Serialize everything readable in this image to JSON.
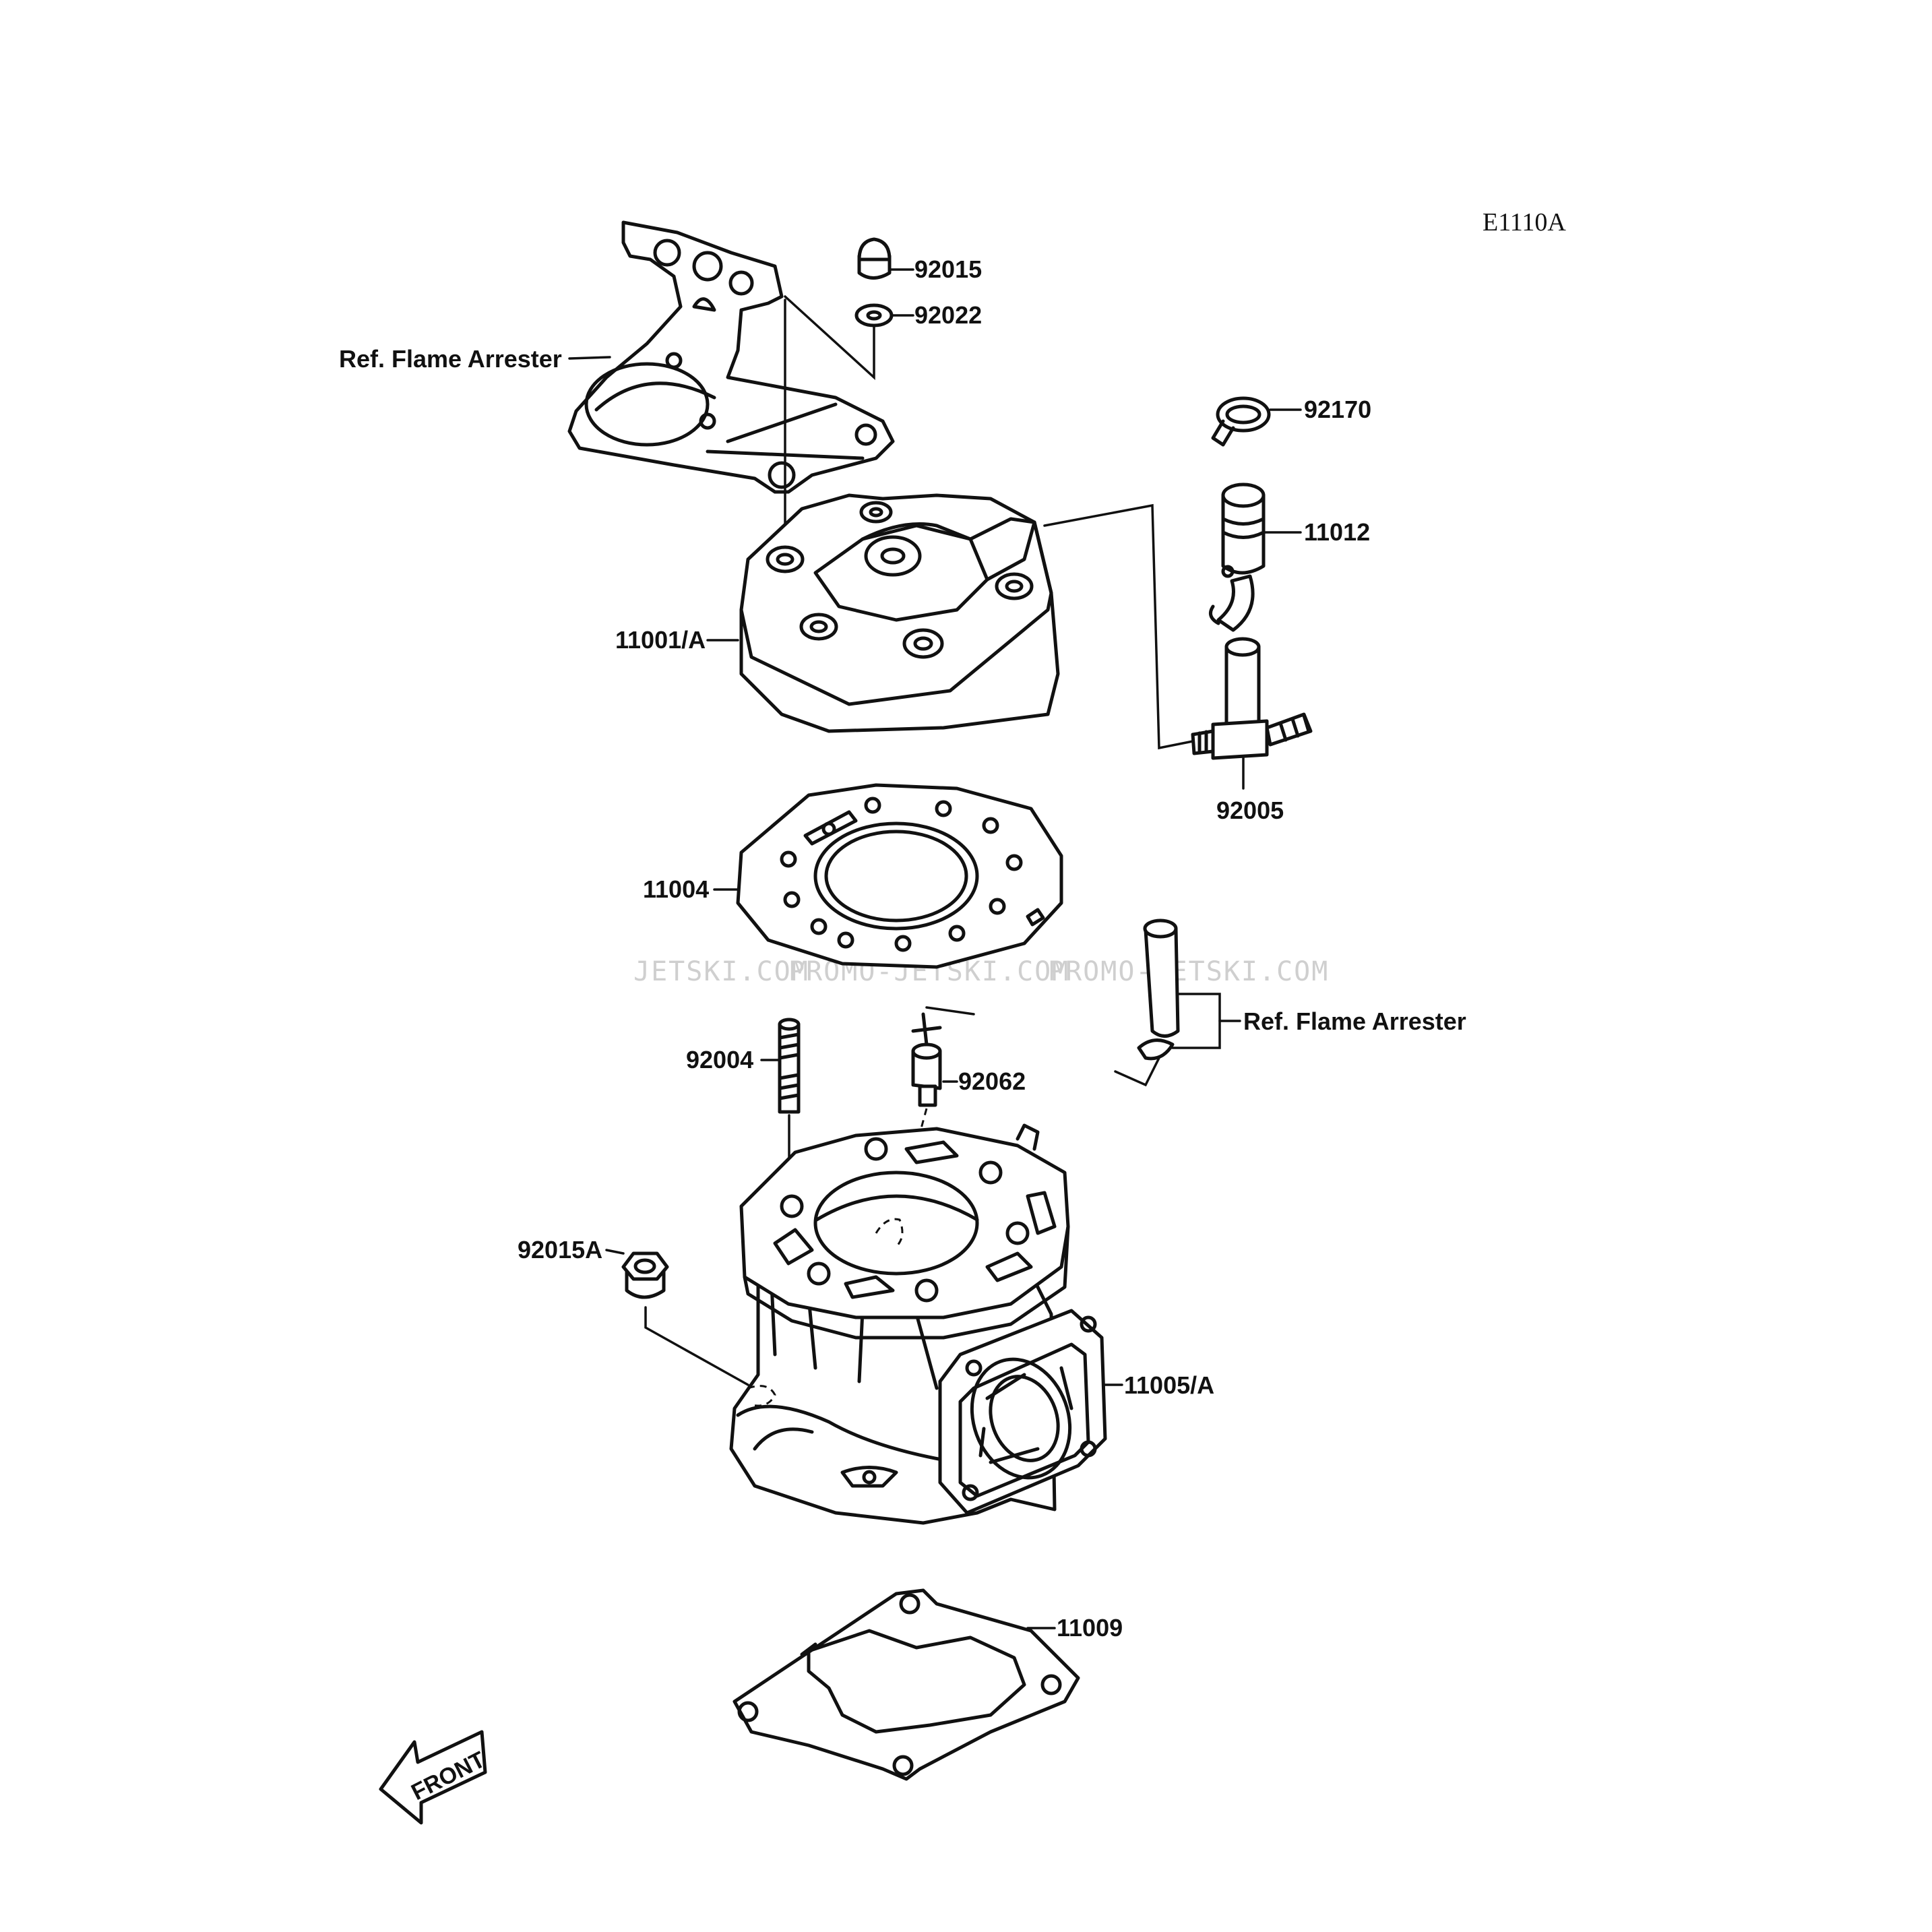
{
  "diagram": {
    "code": "E1110A",
    "watermarks": [
      "JETSKI.COM",
      "PROMO-JETSKI.COM",
      "PROMO-JETSKI.COM"
    ],
    "front_label": "FRONT",
    "callouts": [
      {
        "id": "ref-top",
        "text": "Ref. Flame Arrester"
      },
      {
        "id": "92015",
        "text": "92015"
      },
      {
        "id": "92022",
        "text": "92022"
      },
      {
        "id": "92170",
        "text": "92170"
      },
      {
        "id": "11012",
        "text": "11012"
      },
      {
        "id": "11001A",
        "text": "11001/A"
      },
      {
        "id": "92005",
        "text": "92005"
      },
      {
        "id": "11004",
        "text": "11004"
      },
      {
        "id": "ref-mid",
        "text": "Ref. Flame Arrester"
      },
      {
        "id": "92004",
        "text": "92004"
      },
      {
        "id": "92062",
        "text": "92062"
      },
      {
        "id": "92015A",
        "text": "92015A"
      },
      {
        "id": "11005A",
        "text": "11005/A"
      },
      {
        "id": "11009",
        "text": "11009"
      }
    ]
  }
}
